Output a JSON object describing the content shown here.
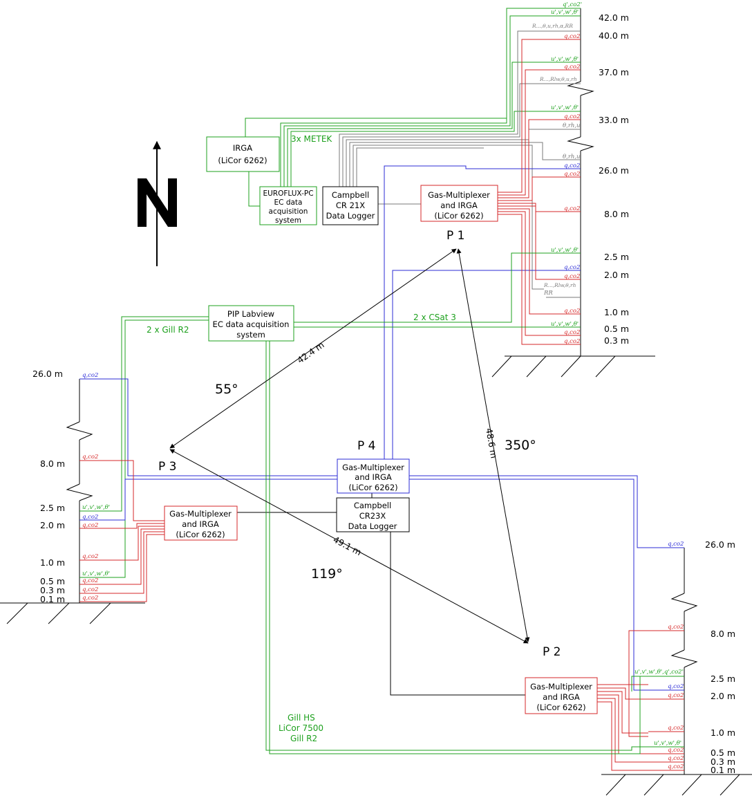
{
  "colors": {
    "red": "#d62728",
    "green": "#1ca01c",
    "blue": "#2b2bd6",
    "gray": "#7a7a7a",
    "black": "#000000"
  },
  "boxes": {
    "irga_top": [
      "IRGA",
      "(LiCor 6262)"
    ],
    "euroflux": [
      "EUROFLUX-PC",
      "EC data",
      "acquisition",
      "system"
    ],
    "campbell21x": [
      "Campbell",
      "CR 21X",
      "Data Logger"
    ],
    "gasmux_p1": [
      "Gas-Multiplexer",
      "and IRGA",
      "(LiCor 6262)"
    ],
    "pip_labview": [
      "PIP Labview",
      "EC data acquisition",
      "system"
    ],
    "gasmux_p4": [
      "Gas-Multiplexer",
      "and IRGA",
      "(LiCor 6262)"
    ],
    "campbell23x": [
      "Campbell",
      "CR23X",
      "Data Logger"
    ],
    "gasmux_p3": [
      "Gas-Multiplexer",
      "and IRGA",
      "(LiCor 6262)"
    ],
    "gasmux_p2": [
      "Gas-Multiplexer",
      "and IRGA",
      "(LiCor 6262)"
    ]
  },
  "green_labels": {
    "metek": "3x METEK",
    "gill_r2": "2 x Gill R2",
    "csat": "2 x CSat 3",
    "bottom": [
      "Gill HS",
      "LiCor 7500",
      "Gill R2"
    ]
  },
  "points": {
    "p1": "P 1",
    "p2": "P 2",
    "p3": "P 3",
    "p4": "P 4"
  },
  "distances": {
    "p1_p3": "42.4 m",
    "p1_p2": "48.6 m",
    "p3_p2": "49.1 m"
  },
  "angles": {
    "a55": "55°",
    "a350": "350°",
    "a119": "119°"
  },
  "heights": {
    "p1": [
      "42.0 m",
      "40.0 m",
      "37.0 m",
      "33.0 m",
      "26.0 m",
      "8.0 m",
      "2.5 m",
      "2.0 m",
      "1.0 m",
      "0.5 m",
      "0.3 m"
    ],
    "p3": [
      "26.0 m",
      "8.0 m",
      "2.5 m",
      "2.0 m",
      "1.0 m",
      "0.5 m",
      "0.3 m",
      "0.1 m"
    ],
    "p2": [
      "26.0 m",
      "8.0 m",
      "2.5 m",
      "2.0 m",
      "1.0 m",
      "0.5 m",
      "0.3 m",
      "0.1 m"
    ]
  },
  "sensor_labels": {
    "qco2p": "q',co2'",
    "uvwt": "u',v',w',θ'",
    "rad42": "R...,θ,u,rh,α,RR",
    "qco2": "q,co2",
    "rad37": "R...,Rlw,θ,u,rh",
    "trhu": "θ,rh,u",
    "rad2": "R...,Rlw,θ,rh",
    "rr": "RR",
    "p2_25": "u',v',w',θ',q',co2'"
  }
}
